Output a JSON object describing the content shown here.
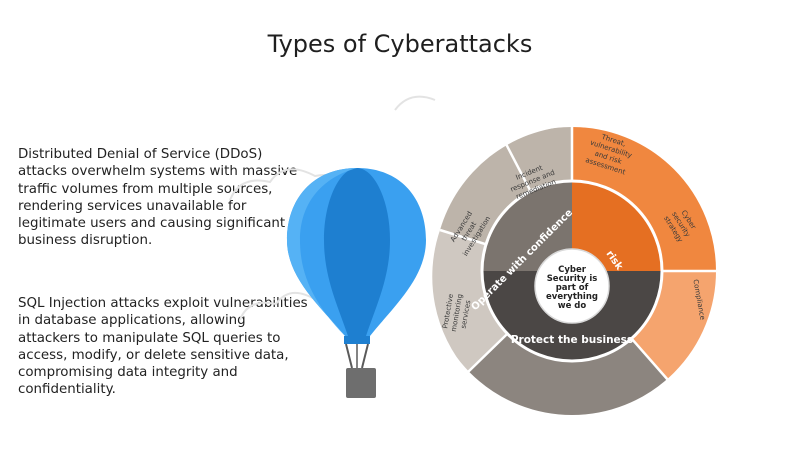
{
  "title": "Types of Cyberattacks",
  "paragraphs": [
    "Distributed Denial of Service (DDoS) attacks overwhelm systems with massive traffic volumes from multiple sources, rendering services unavailable for legitimate users and causing significant business disruption.",
    "SQL Injection attacks exploit vulnerabilities in database applications, allowing attackers to manipulate SQL queries to access, modify, or delete sensitive data, compromising data integrity and confidentiality."
  ],
  "wheel": {
    "center_lines": [
      "Cyber",
      "Security is",
      "part of",
      "everything",
      "we do"
    ],
    "inner_ring": {
      "operate": "Operate with confidence",
      "protect": "Protect the business",
      "orange": "risk"
    },
    "outer_segments": {
      "incident": [
        "Incident",
        "response and",
        "remediation"
      ],
      "threat_intel": [
        "Advanced",
        "threat",
        "investigation"
      ],
      "threat_vuln": [
        "Threat,",
        "vulnerability",
        "and risk",
        "assessment"
      ],
      "strategy": [
        "Cyber",
        "security",
        "strategy"
      ],
      "compliance": [
        "Compliance"
      ],
      "monitoring": [
        "Protective",
        "monitoring",
        "services"
      ]
    }
  },
  "colors": {
    "balloon_light": "#3aa0f0",
    "balloon_dark": "#1e7fd0",
    "basket": "#6e6e6e",
    "wheel_outer_gray": "#bdb4aa",
    "wheel_dark": "#4b4745",
    "wheel_orange": "#f0873f",
    "wheel_orange_light": "#f5a46e"
  }
}
